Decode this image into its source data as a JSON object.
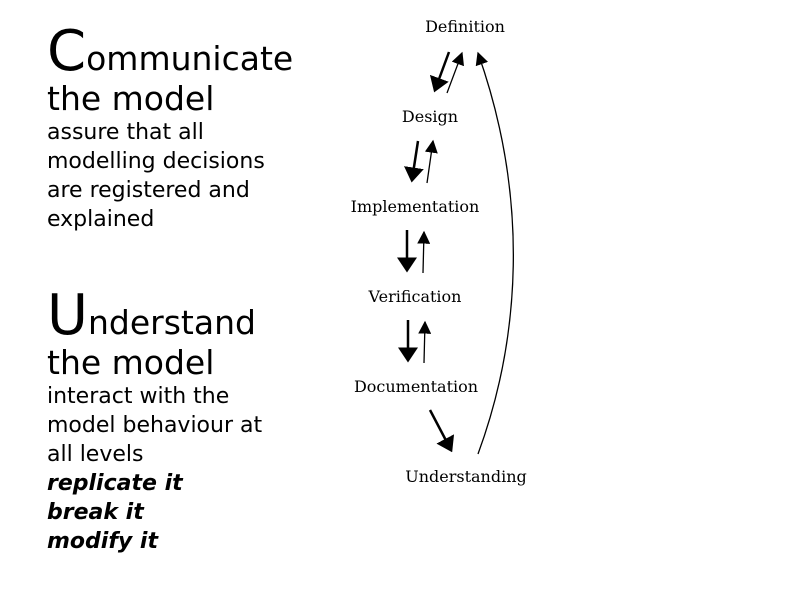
{
  "left": {
    "communicate": {
      "heading_cap": "C",
      "heading_rest": "ommunicate",
      "subheading": "the model",
      "lines": [
        "assure that all",
        "modelling decisions",
        "are registered and",
        "explained"
      ]
    },
    "understand": {
      "heading_cap": "U",
      "heading_rest": "nderstand",
      "subheading": "the model",
      "lines": [
        "interact with the",
        "model behaviour at",
        "all levels"
      ],
      "emphasis": [
        "replicate it",
        "break it",
        "modify it"
      ]
    }
  },
  "diagram": {
    "nodes": [
      "Definition",
      "Design",
      "Implementation",
      "Verification",
      "Documentation",
      "Understanding"
    ],
    "edges": [
      {
        "from": "Definition",
        "to": "Design"
      },
      {
        "from": "Design",
        "to": "Definition"
      },
      {
        "from": "Design",
        "to": "Implementation"
      },
      {
        "from": "Implementation",
        "to": "Design"
      },
      {
        "from": "Implementation",
        "to": "Verification"
      },
      {
        "from": "Verification",
        "to": "Implementation"
      },
      {
        "from": "Verification",
        "to": "Documentation"
      },
      {
        "from": "Documentation",
        "to": "Verification"
      },
      {
        "from": "Documentation",
        "to": "Understanding"
      },
      {
        "from": "Understanding",
        "to": "Definition"
      }
    ]
  }
}
